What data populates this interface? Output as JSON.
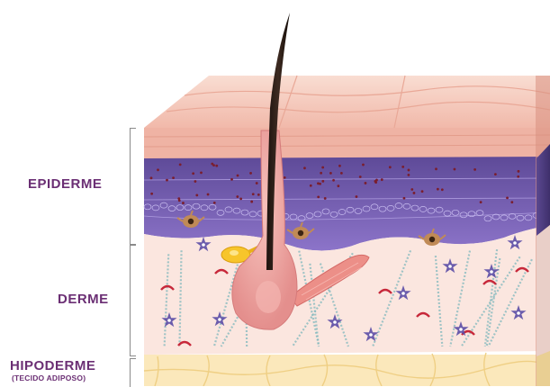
{
  "diagram": {
    "labels": {
      "epiderme": "EPIDERME",
      "derme": "DERME",
      "hipoderme": "HIPODERME",
      "hipoderme_sub": "(TECIDO ADIPOSO)"
    }
  },
  "colors": {
    "label_text": "#6b2f74",
    "stratum_top": "#f6cdbf",
    "stratum_band": "#efb6a7",
    "epidermis": "#7a61b6",
    "epidermis_dark": "#4f3d86",
    "dermis": "#fbe6e0",
    "hypodermis": "#fbe9bd",
    "hair": "#2a1a14",
    "follicle": "#f2a7a3",
    "muscle": "#ea8d86",
    "nerve_star": "#5b4da6",
    "vessel_red": "#c7283a",
    "fiber": "#7fb8bd"
  }
}
